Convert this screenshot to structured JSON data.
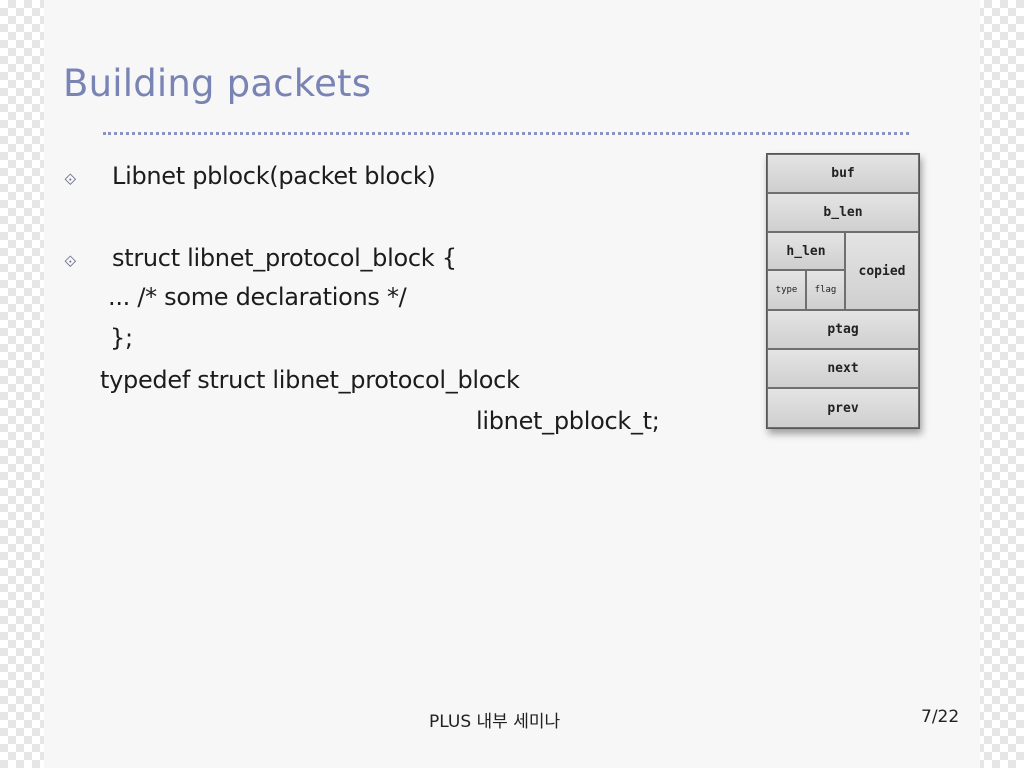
{
  "slide": {
    "title": "Building packets",
    "bullets": [
      {
        "icon": "diamond-bullet-icon",
        "glyph": "⟐",
        "text": "Libnet pblock(packet block)"
      },
      {
        "icon": "diamond-bullet-icon",
        "glyph": "⟐",
        "text": "struct libnet_protocol_block {"
      }
    ],
    "code_lines": [
      "... /* some declarations */",
      "};",
      "typedef struct libnet_protocol_block",
      "libnet_pblock_t;"
    ],
    "diagram": {
      "fields": {
        "buf": "buf",
        "b_len": "b_len",
        "h_len": "h_len",
        "copied": "copied",
        "type": "type",
        "flag": "flag",
        "ptag": "ptag",
        "next": "next",
        "prev": "prev"
      }
    },
    "footer": {
      "center": "PLUS 내부 세미나",
      "page": "7/22"
    }
  }
}
